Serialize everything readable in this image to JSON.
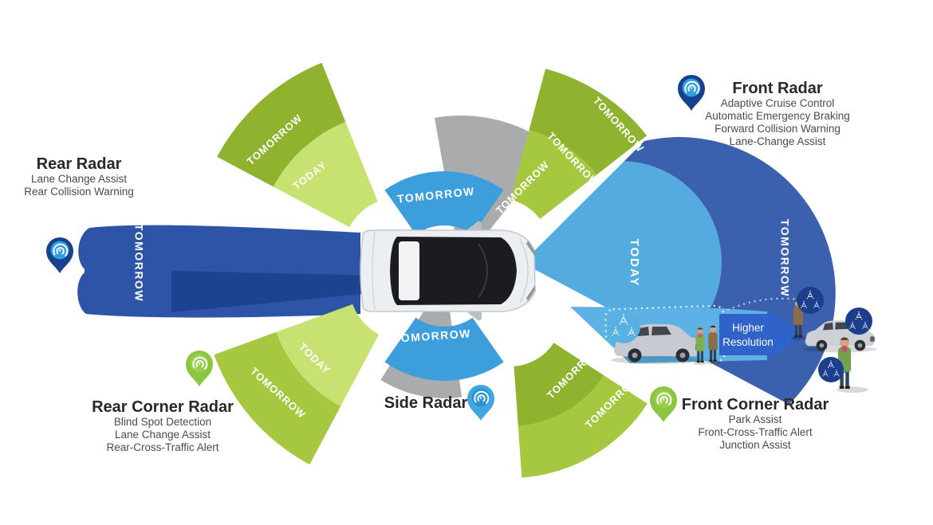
{
  "legend": {
    "today": "TODAY",
    "tomorrow": "TOMORROW"
  },
  "radars": {
    "front": {
      "title": "Front Radar",
      "features": [
        "Adaptive Cruise Control",
        "Automatic Emergency Braking",
        "Forward Collision Warning",
        "Lane-Change Assist"
      ]
    },
    "rear": {
      "title": "Rear Radar",
      "features": [
        "Lane Change Assist",
        "Rear Collision Warning"
      ]
    },
    "rear_corner": {
      "title": "Rear Corner Radar",
      "features": [
        "Blind Spot Detection",
        "Lane Change Assist",
        "Rear-Cross-Traffic Alert"
      ]
    },
    "front_corner": {
      "title": "Front Corner Radar",
      "features": [
        "Park Assist",
        "Front-Cross-Traffic Alert",
        "Junction Assist"
      ]
    },
    "side": {
      "title": "Side Radar"
    }
  },
  "callout": {
    "line1": "Higher",
    "line2": "Resolution"
  },
  "colors": {
    "green_dark": "#8fb32e",
    "green_mid": "#a6c841",
    "green_light": "#c8e272",
    "gray": "#a9abad",
    "cyan": "#3d9edc",
    "navy_beam": "#2d54a6",
    "navy_overlap": "#1d428f",
    "blue_band": "#3a60ae",
    "blue_today": "#54abe0",
    "blue_strip": "#5eb1e4",
    "arrow": "#2f63c9",
    "pin_navy": "#15418f",
    "pin_green": "#8cc540",
    "pin_cyan": "#41a7e2",
    "badge_navy": "#1d3e8c",
    "badge_cyan": "#58b1e5"
  }
}
